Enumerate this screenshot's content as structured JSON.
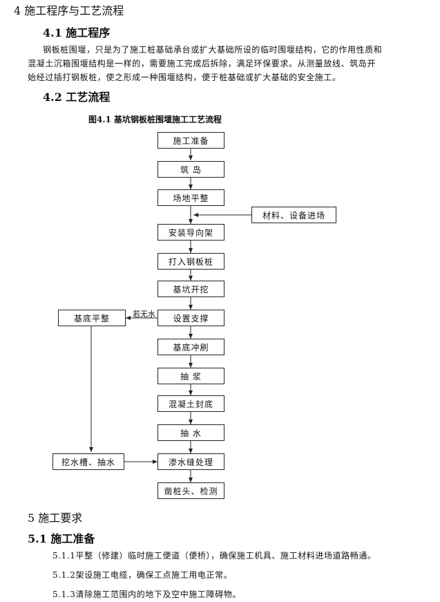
{
  "section4": {
    "title": "4 施工程序与工艺流程",
    "sub1": {
      "title": "4.1 施工程序",
      "lines": [
        "钢板桩围堰，只是为了施工桩基础承台或扩大基础所设的临时围堰结构，它的作用性质和",
        "混凝土沉箱围堰结构是一样的，需要施工完成后拆除，满足环保要求。从测量放线、筑岛开",
        "始经过插打钢板桩，使之形成一种围堰结构，便于桩基础或扩大基础的安全施工。"
      ]
    },
    "sub2": {
      "title": "4.2 工艺流程",
      "figure_caption": "图4.1  基坑钢板桩围堰施工工艺流程"
    }
  },
  "flow": {
    "main_steps": [
      "施工准备",
      "筑      岛",
      "场地平整",
      "安装导向架",
      "打入钢板桩",
      "基坑开挖",
      "设置支撑",
      "基底冲刷",
      "抽      浆",
      "混凝土封底",
      "抽      水",
      "渗水缝处理",
      "凿桩头、检测"
    ],
    "side_materials": "材料、设备进场",
    "side_base_level": "基底平整",
    "side_ditch": "挖水槽、抽水",
    "if_no_water": "若无水"
  },
  "section5": {
    "title": "5 施工要求",
    "sub1": {
      "title": "5.1 施工准备",
      "items": [
        "5.1.1平整（修建）临时施工便道（便桥），确保施工机具、施工材料进场道路畅通。",
        "5.1.2架设施工电缆，确保工点施工用电正常。",
        "5.1.3清除施工范围内的地下及空中施工障碍物。"
      ]
    }
  }
}
